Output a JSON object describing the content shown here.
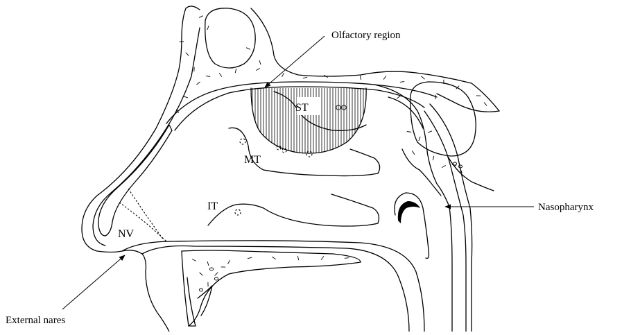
{
  "labels": {
    "olfactory": "Olfactory region",
    "nasopharynx": "Nasopharynx",
    "external_nares": "External nares"
  },
  "structures": {
    "st": "ST",
    "mt": "MT",
    "it": "IT",
    "nv": "NV"
  }
}
